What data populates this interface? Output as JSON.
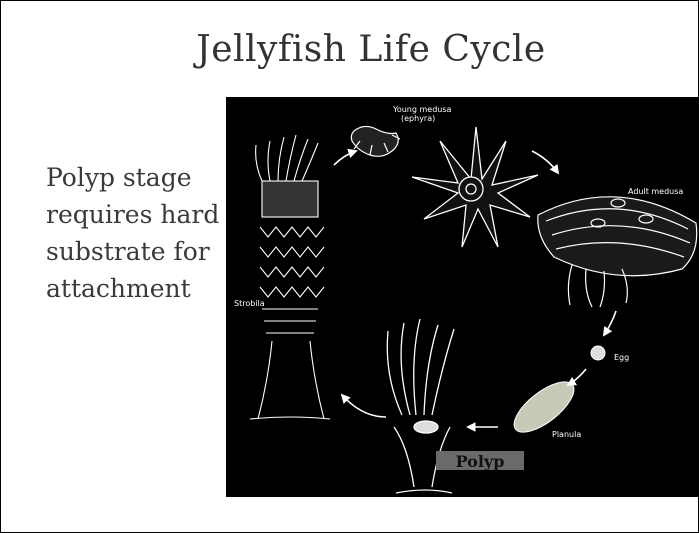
{
  "slide": {
    "title": "Jellyfish Life Cycle",
    "body_lines": [
      "Polyp stage",
      "requires hard",
      "substrate for",
      "attachment"
    ]
  },
  "figure": {
    "labels": {
      "young_medusa": "Young medusa",
      "ephyra": "(ephyra)",
      "adult_medusa": "Adult medusa",
      "egg": "Egg",
      "planula": "Planula",
      "polyp": "Polyp",
      "strobila": "Strobila"
    }
  }
}
